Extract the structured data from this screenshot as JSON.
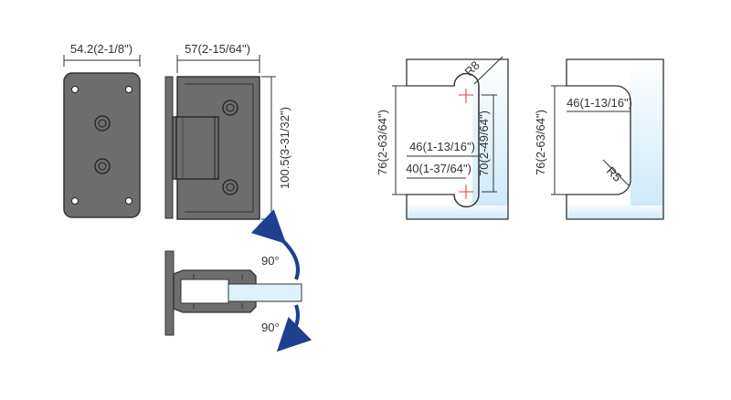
{
  "hinge_front": {
    "width_label": "54.2(2-1/8\")"
  },
  "hinge_side": {
    "width_label": "57(2-15/64\")",
    "height_label": "100.5(3-31/32\")"
  },
  "rotation": {
    "upper_angle": "90°",
    "lower_angle": "90°"
  },
  "glass_cutout_1": {
    "radius_label": "R8",
    "height_label": "76(2-63/64\")",
    "inner_height_label": "70(2-49/64\")",
    "width_outer_label": "46(1-13/16\")",
    "width_inner_label": "40(1-37/64\")"
  },
  "glass_cutout_2": {
    "height_label": "76(2-63/64\")",
    "width_label": "46(1-13/16\")",
    "radius_label": "R5"
  },
  "colors": {
    "plate_fill": "#6d6d6d",
    "line": "#333333",
    "glass": "#dff1fb",
    "arrow": "#1f3f8f",
    "mark": "#e83a3a"
  }
}
